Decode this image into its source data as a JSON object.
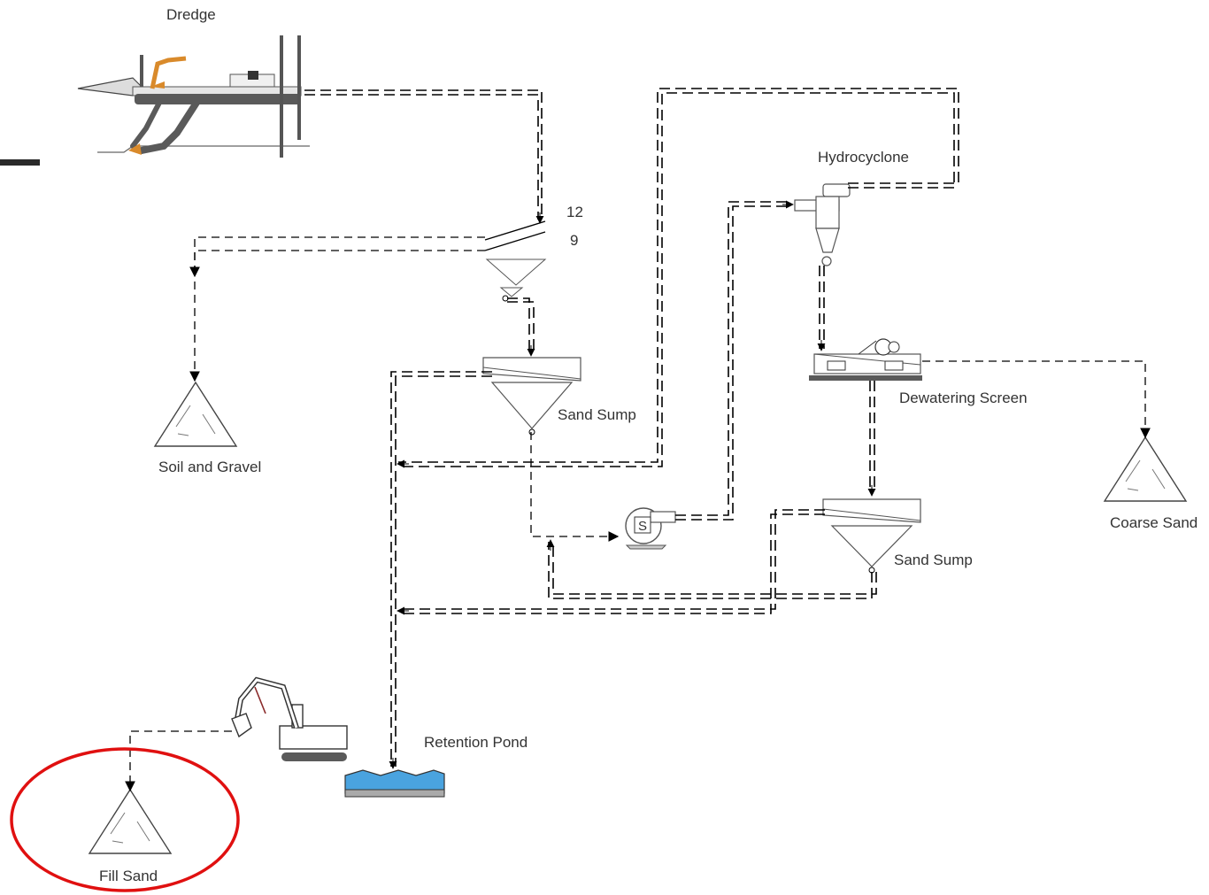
{
  "labels": {
    "dredge": "Dredge",
    "hydrocyclone": "Hydrocyclone",
    "screen_top": "12",
    "screen_bottom": "9",
    "sand_sump_1": "Sand Sump",
    "dewatering_screen": "Dewatering Screen",
    "soil_and_gravel": "Soil and Gravel",
    "sand_sump_2": "Sand Sump",
    "coarse_sand": "Coarse Sand",
    "retention_pond": "Retention Pond",
    "fill_sand": "Fill Sand"
  },
  "pump_symbol": "S",
  "colors": {
    "line": "#000000",
    "text": "#333333",
    "highlight_ring": "#e01010",
    "water": "#4aa3df",
    "dredge_arm": "#d98a2b",
    "equipment_gray": "#5a5a5a"
  },
  "icons": {
    "stockpile": "stockpile-triangle-icon",
    "pump": "pump-icon",
    "excavator": "excavator-icon",
    "dredge": "dredge-icon"
  }
}
